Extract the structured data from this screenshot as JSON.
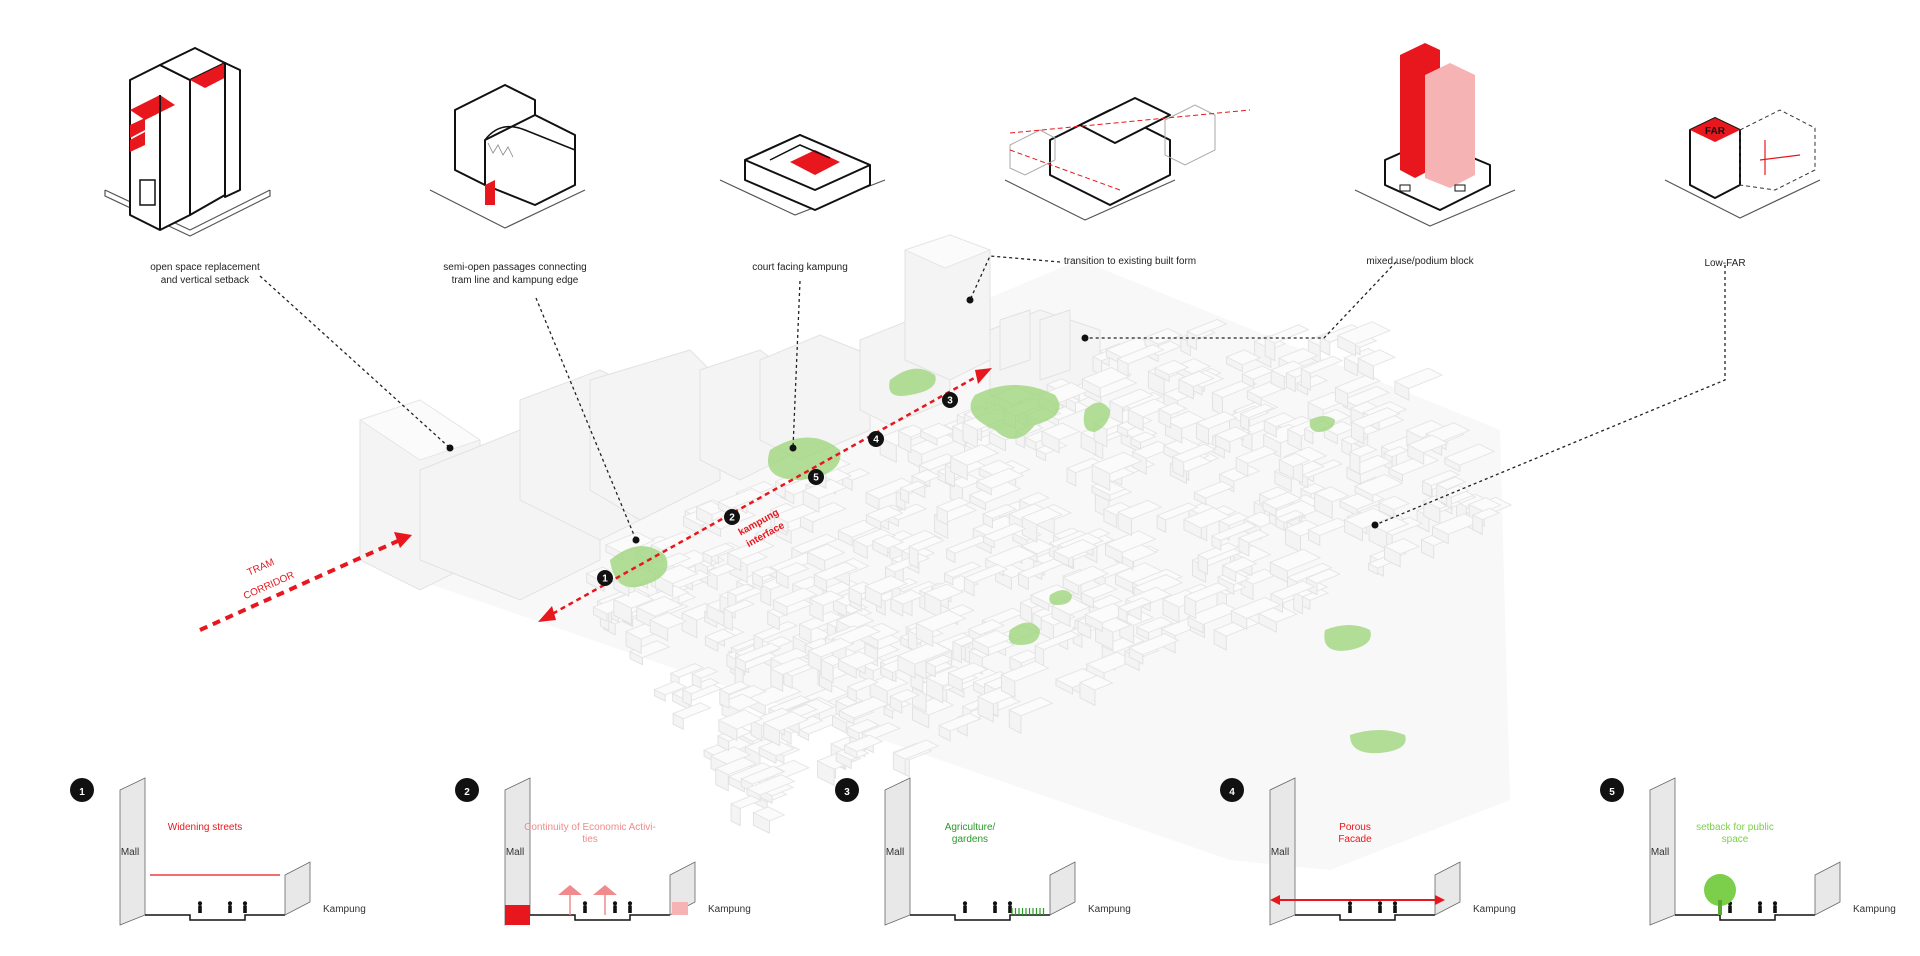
{
  "callouts": [
    {
      "id": "open-space",
      "label": "open space replacement\nand vertical setback"
    },
    {
      "id": "semi-open",
      "label": "semi-open passages connecting\ntram line and kampung edge"
    },
    {
      "id": "court",
      "label": "court facing kampung"
    },
    {
      "id": "transition",
      "label": "transition to existing built form"
    },
    {
      "id": "mixed-use",
      "label": "mixed use/podium block"
    },
    {
      "id": "low-far",
      "label": "Low-FAR"
    }
  ],
  "far_tag": "FAR",
  "tram_corridor": {
    "line1": "TRAM",
    "line2": "CORRIDOR"
  },
  "kampung_interface": {
    "line1": "kampung",
    "line2": "interface"
  },
  "map_markers": [
    "1",
    "2",
    "3",
    "4",
    "5"
  ],
  "sections": [
    {
      "number": "1",
      "left_label": "Mall",
      "right_label": "Kampung",
      "caption": "Widening streets",
      "caption_color": "#e8161d"
    },
    {
      "number": "2",
      "left_label": "Mall",
      "right_label": "Kampung",
      "caption": "Continuity of Economic Activi-\nties",
      "caption_color": "#f08a8c"
    },
    {
      "number": "3",
      "left_label": "Mall",
      "right_label": "Kampung",
      "caption": "Agriculture/\ngardens",
      "caption_color": "#2a9a2a"
    },
    {
      "number": "4",
      "left_label": "Mall",
      "right_label": "Kampung",
      "caption": "Porous\nFacade",
      "caption_color": "#e8161d"
    },
    {
      "number": "5",
      "left_label": "Mall",
      "right_label": "Kampung",
      "caption": "setback for public\nspace",
      "caption_color": "#7ccf4a"
    }
  ],
  "colors": {
    "accent_red": "#e8161d",
    "light_red": "#f5b3b4",
    "green": "#9fd67e"
  }
}
